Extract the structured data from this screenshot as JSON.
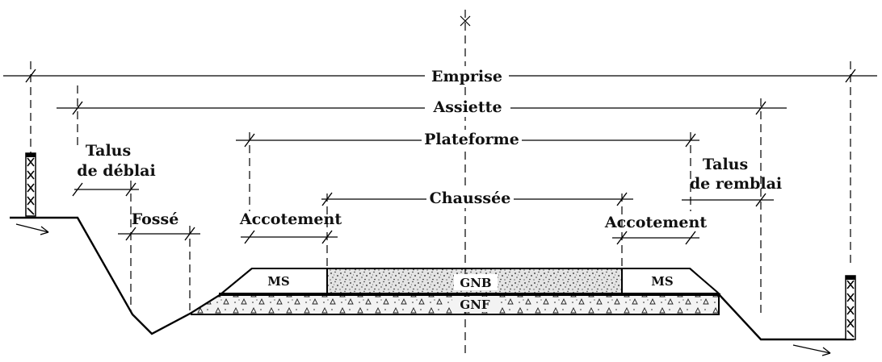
{
  "labels": {
    "emprise": "Emprise",
    "assiette": "Assiette",
    "plateforme": "Plateforme",
    "chaussee": "Chaussée",
    "talus_deblai_line1": "Talus",
    "talus_deblai_line2": "de déblai",
    "talus_remblai_line1": "Talus",
    "talus_remblai_line2": "de remblai",
    "fosse": "Fossé",
    "accotement_left": "Accotement",
    "accotement_right": "Accotement",
    "ms_left": "MS",
    "ms_right": "MS",
    "gnb": "GNB",
    "gnf": "GNF"
  },
  "colors": {
    "stroke": "#000000",
    "background": "#ffffff",
    "gnb_fill": "#e6e6e6",
    "gnf_fill": "#f2f2f2"
  }
}
